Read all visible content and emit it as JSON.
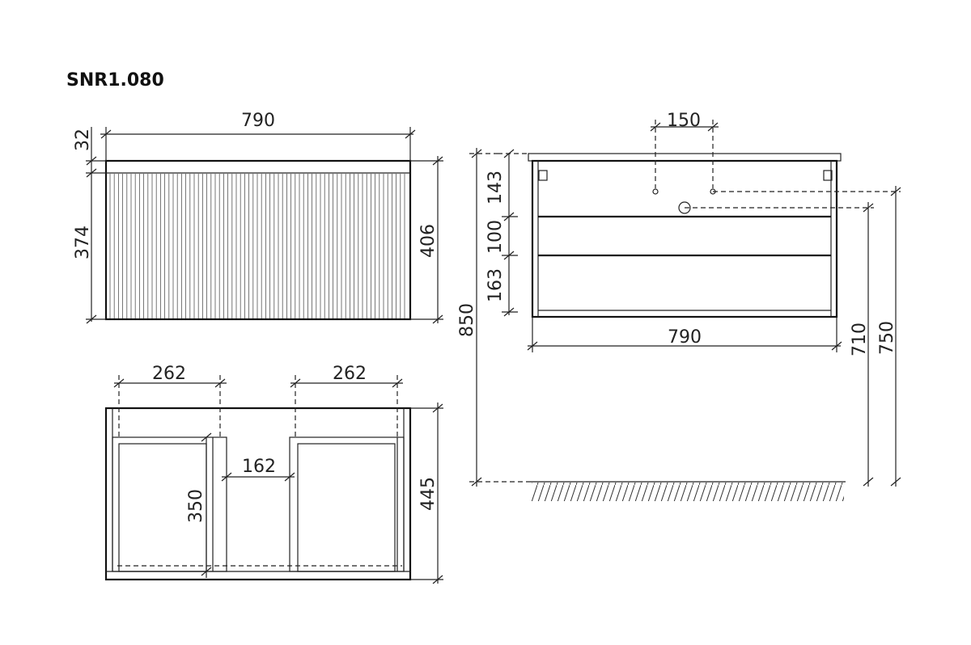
{
  "title": "SNR1.080",
  "top_view": {
    "width": "790",
    "top_thickness": "32",
    "front_height": "374",
    "total_height": "406"
  },
  "front_view": {
    "hole_spacing": "150",
    "dim_143": "143",
    "dim_100": "100",
    "dim_163": "163",
    "width": "790",
    "dim_850": "850",
    "dim_710": "710",
    "dim_750": "750"
  },
  "bottom_view": {
    "drawer_width_left": "262",
    "drawer_width_right": "262",
    "gap": "162",
    "inner_height": "350",
    "depth": "445"
  }
}
